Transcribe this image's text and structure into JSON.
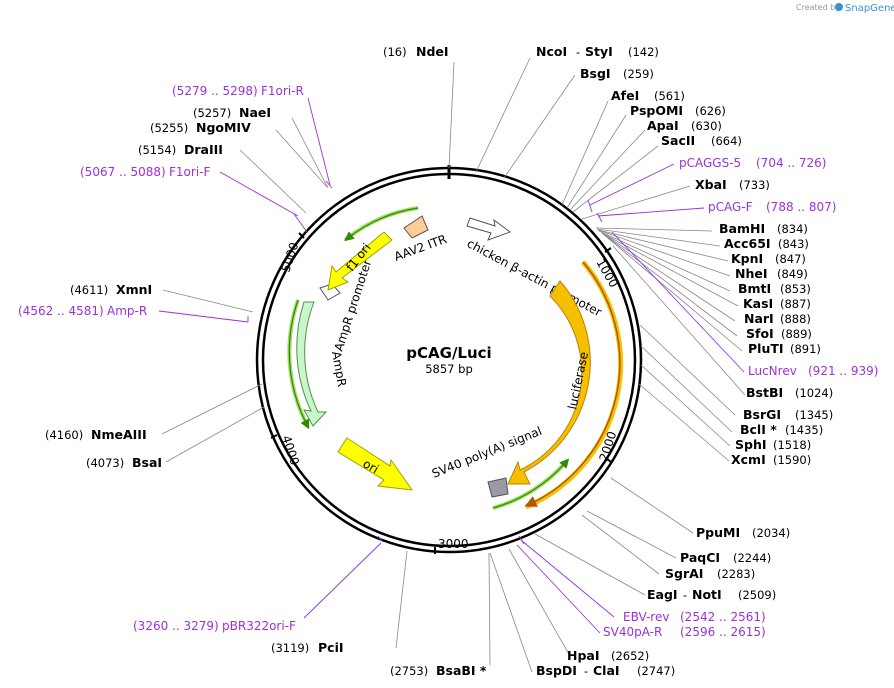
{
  "header": {
    "created_by": "Created by",
    "app": "SnapGene"
  },
  "plasmid": {
    "name": "pCAG/Luci",
    "size": "5857 bp"
  },
  "ticks": [
    "1000",
    "2000",
    "3000",
    "4000",
    "5000"
  ],
  "enzymes": {
    "ndei": {
      "name": "NdeI",
      "pos": "(16)"
    },
    "ncoi": {
      "name": "NcoI",
      "sep": "-",
      "name2": "StyI",
      "pos": "(142)"
    },
    "bsgi": {
      "name": "BsgI",
      "pos": "(259)"
    },
    "afei": {
      "name": "AfeI",
      "pos": "(561)"
    },
    "pspomi": {
      "name": "PspOMI",
      "pos": "(626)"
    },
    "apai": {
      "name": "ApaI",
      "pos": "(630)"
    },
    "sacii": {
      "name": "SacII",
      "pos": "(664)"
    },
    "xbai": {
      "name": "XbaI",
      "pos": "(733)"
    },
    "bamhi": {
      "name": "BamHI",
      "pos": "(834)"
    },
    "acc65i": {
      "name": "Acc65I",
      "pos": "(843)"
    },
    "kpni": {
      "name": "KpnI",
      "pos": "(847)"
    },
    "nhei": {
      "name": "NheI",
      "pos": "(849)"
    },
    "bmti": {
      "name": "BmtI",
      "pos": "(853)"
    },
    "kasi": {
      "name": "KasI",
      "pos": "(887)"
    },
    "nari": {
      "name": "NarI",
      "pos": "(888)"
    },
    "sfoi": {
      "name": "SfoI",
      "pos": "(889)"
    },
    "pluti": {
      "name": "PluTI",
      "pos": "(891)"
    },
    "bstbi": {
      "name": "BstBI",
      "pos": "(1024)"
    },
    "bsrgi": {
      "name": "BsrGI",
      "pos": "(1345)"
    },
    "bcli": {
      "name": "BclI *",
      "pos": "(1435)"
    },
    "sphi": {
      "name": "SphI",
      "pos": "(1518)"
    },
    "xcmi": {
      "name": "XcmI",
      "pos": "(1590)"
    },
    "ppumi": {
      "name": "PpuMI",
      "pos": "(2034)"
    },
    "paqci": {
      "name": "PaqCI",
      "pos": "(2244)"
    },
    "sgrai": {
      "name": "SgrAI",
      "pos": "(2283)"
    },
    "eagi": {
      "name": "EagI",
      "sep": "-",
      "name2": "NotI",
      "pos": "(2509)"
    },
    "hpai": {
      "name": "HpaI",
      "pos": "(2652)"
    },
    "bspdi": {
      "name": "BspDI",
      "sep": "-",
      "name2": "ClaI",
      "pos": "(2747)"
    },
    "bsabi": {
      "name": "BsaBI *",
      "pos": "(2753)"
    },
    "pcii": {
      "name": "PciI",
      "pos": "(3119)"
    },
    "bsai": {
      "name": "BsaI",
      "pos": "(4073)"
    },
    "nmeaiii": {
      "name": "NmeAIII",
      "pos": "(4160)"
    },
    "xmni": {
      "name": "XmnI",
      "pos": "(4611)"
    },
    "draiii": {
      "name": "DraIII",
      "pos": "(5154)"
    },
    "ngomiv": {
      "name": "NgoMIV",
      "pos": "(5255)"
    },
    "naei": {
      "name": "NaeI",
      "pos": "(5257)"
    }
  },
  "primers": {
    "f1ori_r": {
      "name": "F1ori-R",
      "range": "(5279 .. 5298)"
    },
    "f1ori_f": {
      "name": "F1ori-F",
      "range": "(5067 .. 5088)"
    },
    "pcaggs5": {
      "name": "pCAGGS-5",
      "range": "(704 .. 726)"
    },
    "pcagf": {
      "name": "pCAG-F",
      "range": "(788 .. 807)"
    },
    "lucnrev": {
      "name": "LucNrev",
      "range": "(921 .. 939)"
    },
    "ampr": {
      "name": "Amp-R",
      "range": "(4562 .. 4581)"
    },
    "ebvrev": {
      "name": "EBV-rev",
      "range": "(2542 .. 2561)"
    },
    "sv40par": {
      "name": "SV40pA-R",
      "range": "(2596 .. 2615)"
    },
    "pbr322": {
      "name": "pBR322ori-F",
      "range": "(3260 .. 3279)"
    }
  },
  "features": {
    "chicken_promoter": "chicken β-actin promoter",
    "luciferase": "luciferase",
    "sv40": "SV40 poly(A) signal",
    "ori": "ori",
    "ampr": "AmpR",
    "ampr_promoter": "AmpR promoter",
    "f1ori": "f1 ori",
    "aav2": "AAV2 ITR"
  },
  "colors": {
    "primer": "#9d31d6",
    "luciferase": "#f5c000",
    "f1ori": "#ffff00",
    "ori": "#ffff00",
    "ampr": "#c8f7c8",
    "aav2": "#ffcc99",
    "sv40": "#999aa6",
    "green_arrow": "#2e8b00",
    "orange_arrow": "#c06000"
  }
}
